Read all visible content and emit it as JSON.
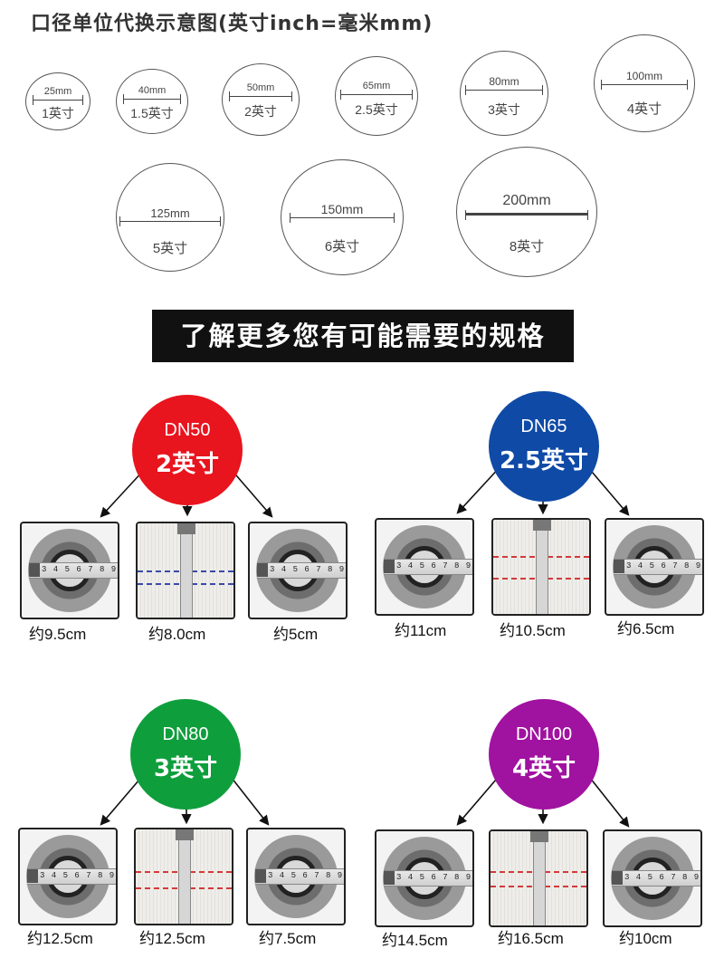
{
  "title": "口径单位代换示意图(英寸inch=毫米mm)",
  "sizes": [
    {
      "mm": "25mm",
      "inch": "1英寸"
    },
    {
      "mm": "40mm",
      "inch": "1.5英寸"
    },
    {
      "mm": "50mm",
      "inch": "2英寸"
    },
    {
      "mm": "65mm",
      "inch": "2.5英寸"
    },
    {
      "mm": "80mm",
      "inch": "3英寸"
    },
    {
      "mm": "100mm",
      "inch": "4英寸"
    },
    {
      "mm": "125mm",
      "inch": "5英寸"
    },
    {
      "mm": "150mm",
      "inch": "6英寸"
    },
    {
      "mm": "200mm",
      "inch": "8英寸"
    }
  ],
  "banner": "了解更多您有可能需要的规格",
  "groups": [
    {
      "code": "DN50",
      "inch": "2英寸",
      "color": "#e8141e",
      "captions": [
        "约9.5cm",
        "约8.0cm",
        "约5cm"
      ]
    },
    {
      "code": "DN65",
      "inch": "2.5英寸",
      "color": "#0f4aa6",
      "captions": [
        "约11cm",
        "约10.5cm",
        "约6.5cm"
      ]
    },
    {
      "code": "DN80",
      "inch": "3英寸",
      "color": "#0f9e3c",
      "captions": [
        "约12.5cm",
        "约12.5cm",
        "约7.5cm"
      ]
    },
    {
      "code": "DN100",
      "inch": "4英寸",
      "color": "#a012a0",
      "captions": [
        "约14.5cm",
        "约16.5cm",
        "约10cm"
      ]
    }
  ],
  "tape_text": "3 4 5 6 7 8 9"
}
